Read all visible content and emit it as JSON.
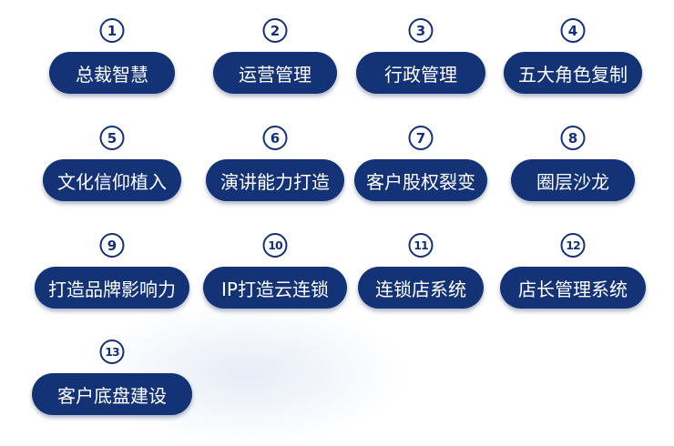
{
  "items": [
    {
      "number": "1",
      "label": "总裁智慧"
    },
    {
      "number": "2",
      "label": "运营管理"
    },
    {
      "number": "3",
      "label": "行政管理"
    },
    {
      "number": "4",
      "label": "五大角色复制"
    },
    {
      "number": "5",
      "label": "文化信仰植入"
    },
    {
      "number": "6",
      "label": "演讲能力打造"
    },
    {
      "number": "7",
      "label": "客户股权裂变"
    },
    {
      "number": "8",
      "label": "圈层沙龙"
    },
    {
      "number": "9",
      "label": "打造品牌影响力"
    },
    {
      "number": "10",
      "label": "IP打造云连锁"
    },
    {
      "number": "11",
      "label": "连锁店系统"
    },
    {
      "number": "12",
      "label": "店长管理系统"
    },
    {
      "number": "13",
      "label": "客户底盘建设"
    }
  ]
}
